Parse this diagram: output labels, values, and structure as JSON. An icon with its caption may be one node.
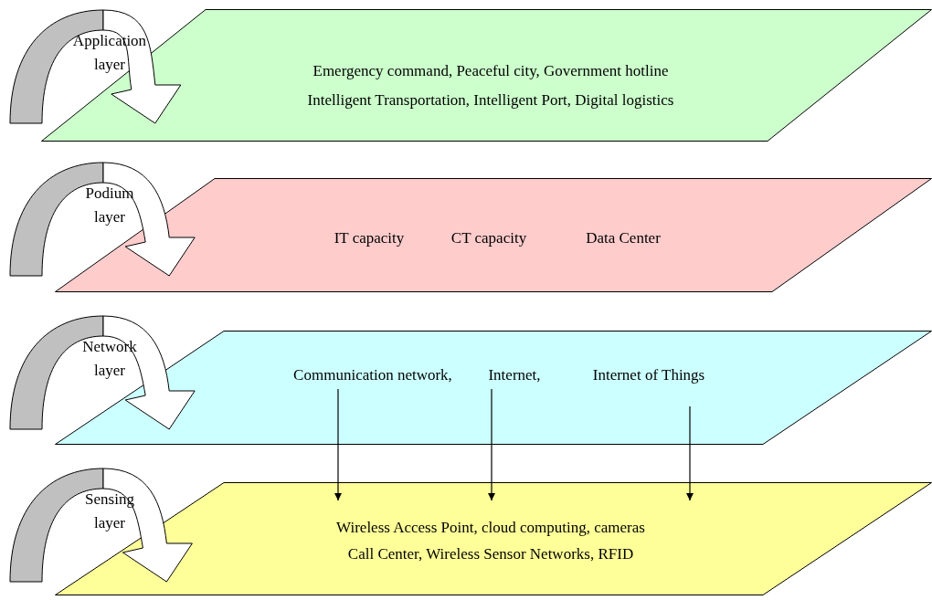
{
  "diagram": {
    "nodes": [
      {
        "text": [
          "Application layer"
        ]
      },
      {
        "text": [
          "Emergency command, Peaceful city, Government hotline",
          "Intelligent Transportation, Intelligent Port, Digital logistics"
        ]
      },
      {
        "text": [
          "Podium layer"
        ]
      },
      {
        "text": [
          "IT capacity",
          "CT capacity",
          "Data Center"
        ]
      },
      {
        "text": [
          "Network layer"
        ]
      },
      {
        "text": [
          "Communication network,",
          "Internet,",
          "Internet of Things"
        ]
      },
      {
        "text": [
          "Sensing layer"
        ]
      },
      {
        "text": [
          "Wireless Access Point, cloud computing, cameras",
          "Call Center, Wireless Sensor Networks, RFID"
        ]
      }
    ],
    "edges": [
      {
        "from": 0,
        "to": 1,
        "arrow": "to"
      },
      {
        "from": 2,
        "to": 3,
        "arrow": "to"
      },
      {
        "from": 4,
        "to": 5,
        "arrow": "to"
      },
      {
        "from": 5,
        "to": 7,
        "arrow": "to"
      },
      {
        "from": 5,
        "to": 7,
        "arrow": "to"
      },
      {
        "from": 5,
        "to": 7,
        "arrow": "to"
      },
      {
        "from": 6,
        "to": 7,
        "arrow": "to"
      }
    ]
  }
}
